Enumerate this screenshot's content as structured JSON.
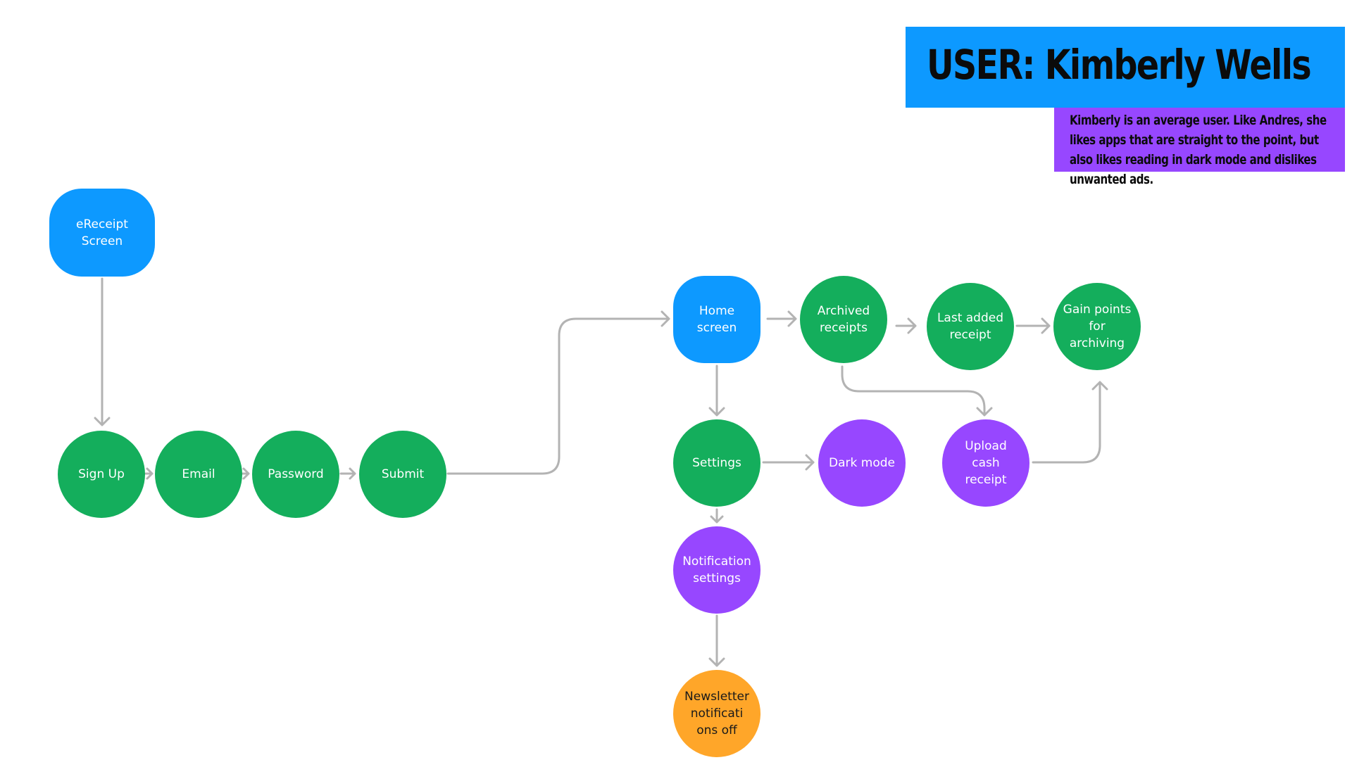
{
  "header": {
    "title": "USER: Kimberly Wells",
    "description": "Kimberly is an average user. Like Andres, she likes apps that are straight to the point, but also likes reading in dark mode and dislikes unwanted ads."
  },
  "colors": {
    "blue": "#0d99ff",
    "green": "#14ae5c",
    "purple": "#9747ff",
    "orange": "#ffa629",
    "connector": "#b3b3b3"
  },
  "nodes": {
    "ereceipt": "eReceipt\nScreen",
    "signup": "Sign Up",
    "email": "Email",
    "password": "Password",
    "submit": "Submit",
    "home": "Home\nscreen",
    "archived": "Archived\nreceipts",
    "last_added": "Last added\nreceipt",
    "gain_points": "Gain points\nfor\narchiving",
    "settings": "Settings",
    "dark_mode": "Dark mode",
    "upload_cash": "Upload\ncash\nreceipt",
    "notification_settings": "Notification\nsettings",
    "newsletter": "Newsletter\nnotificati\nons off"
  },
  "edges": [
    {
      "from": "ereceipt",
      "to": "signup"
    },
    {
      "from": "signup",
      "to": "email"
    },
    {
      "from": "email",
      "to": "password"
    },
    {
      "from": "password",
      "to": "submit"
    },
    {
      "from": "submit",
      "to": "home"
    },
    {
      "from": "home",
      "to": "archived"
    },
    {
      "from": "archived",
      "to": "last_added"
    },
    {
      "from": "last_added",
      "to": "gain_points"
    },
    {
      "from": "archived",
      "to": "upload_cash"
    },
    {
      "from": "upload_cash",
      "to": "gain_points"
    },
    {
      "from": "home",
      "to": "settings"
    },
    {
      "from": "settings",
      "to": "dark_mode"
    },
    {
      "from": "settings",
      "to": "notification_settings"
    },
    {
      "from": "notification_settings",
      "to": "newsletter"
    }
  ]
}
